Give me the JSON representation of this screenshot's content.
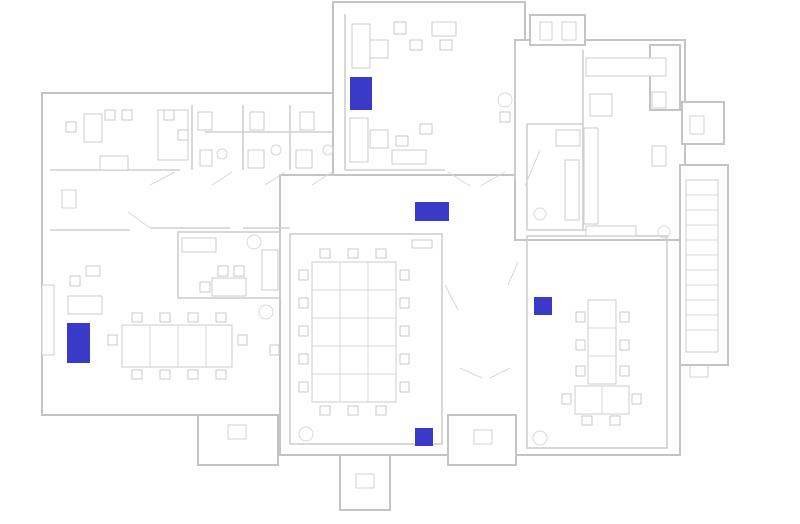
{
  "colors": {
    "background": "#ffffff",
    "wall": "#c4c4c4",
    "furniture": "#cccccc",
    "highlight": "#3a3ac8"
  },
  "markers": [
    {
      "id": "upper-office-marker"
    },
    {
      "id": "corridor-marker"
    },
    {
      "id": "left-office-marker"
    },
    {
      "id": "right-room-marker"
    },
    {
      "id": "conference-room-marker"
    }
  ]
}
